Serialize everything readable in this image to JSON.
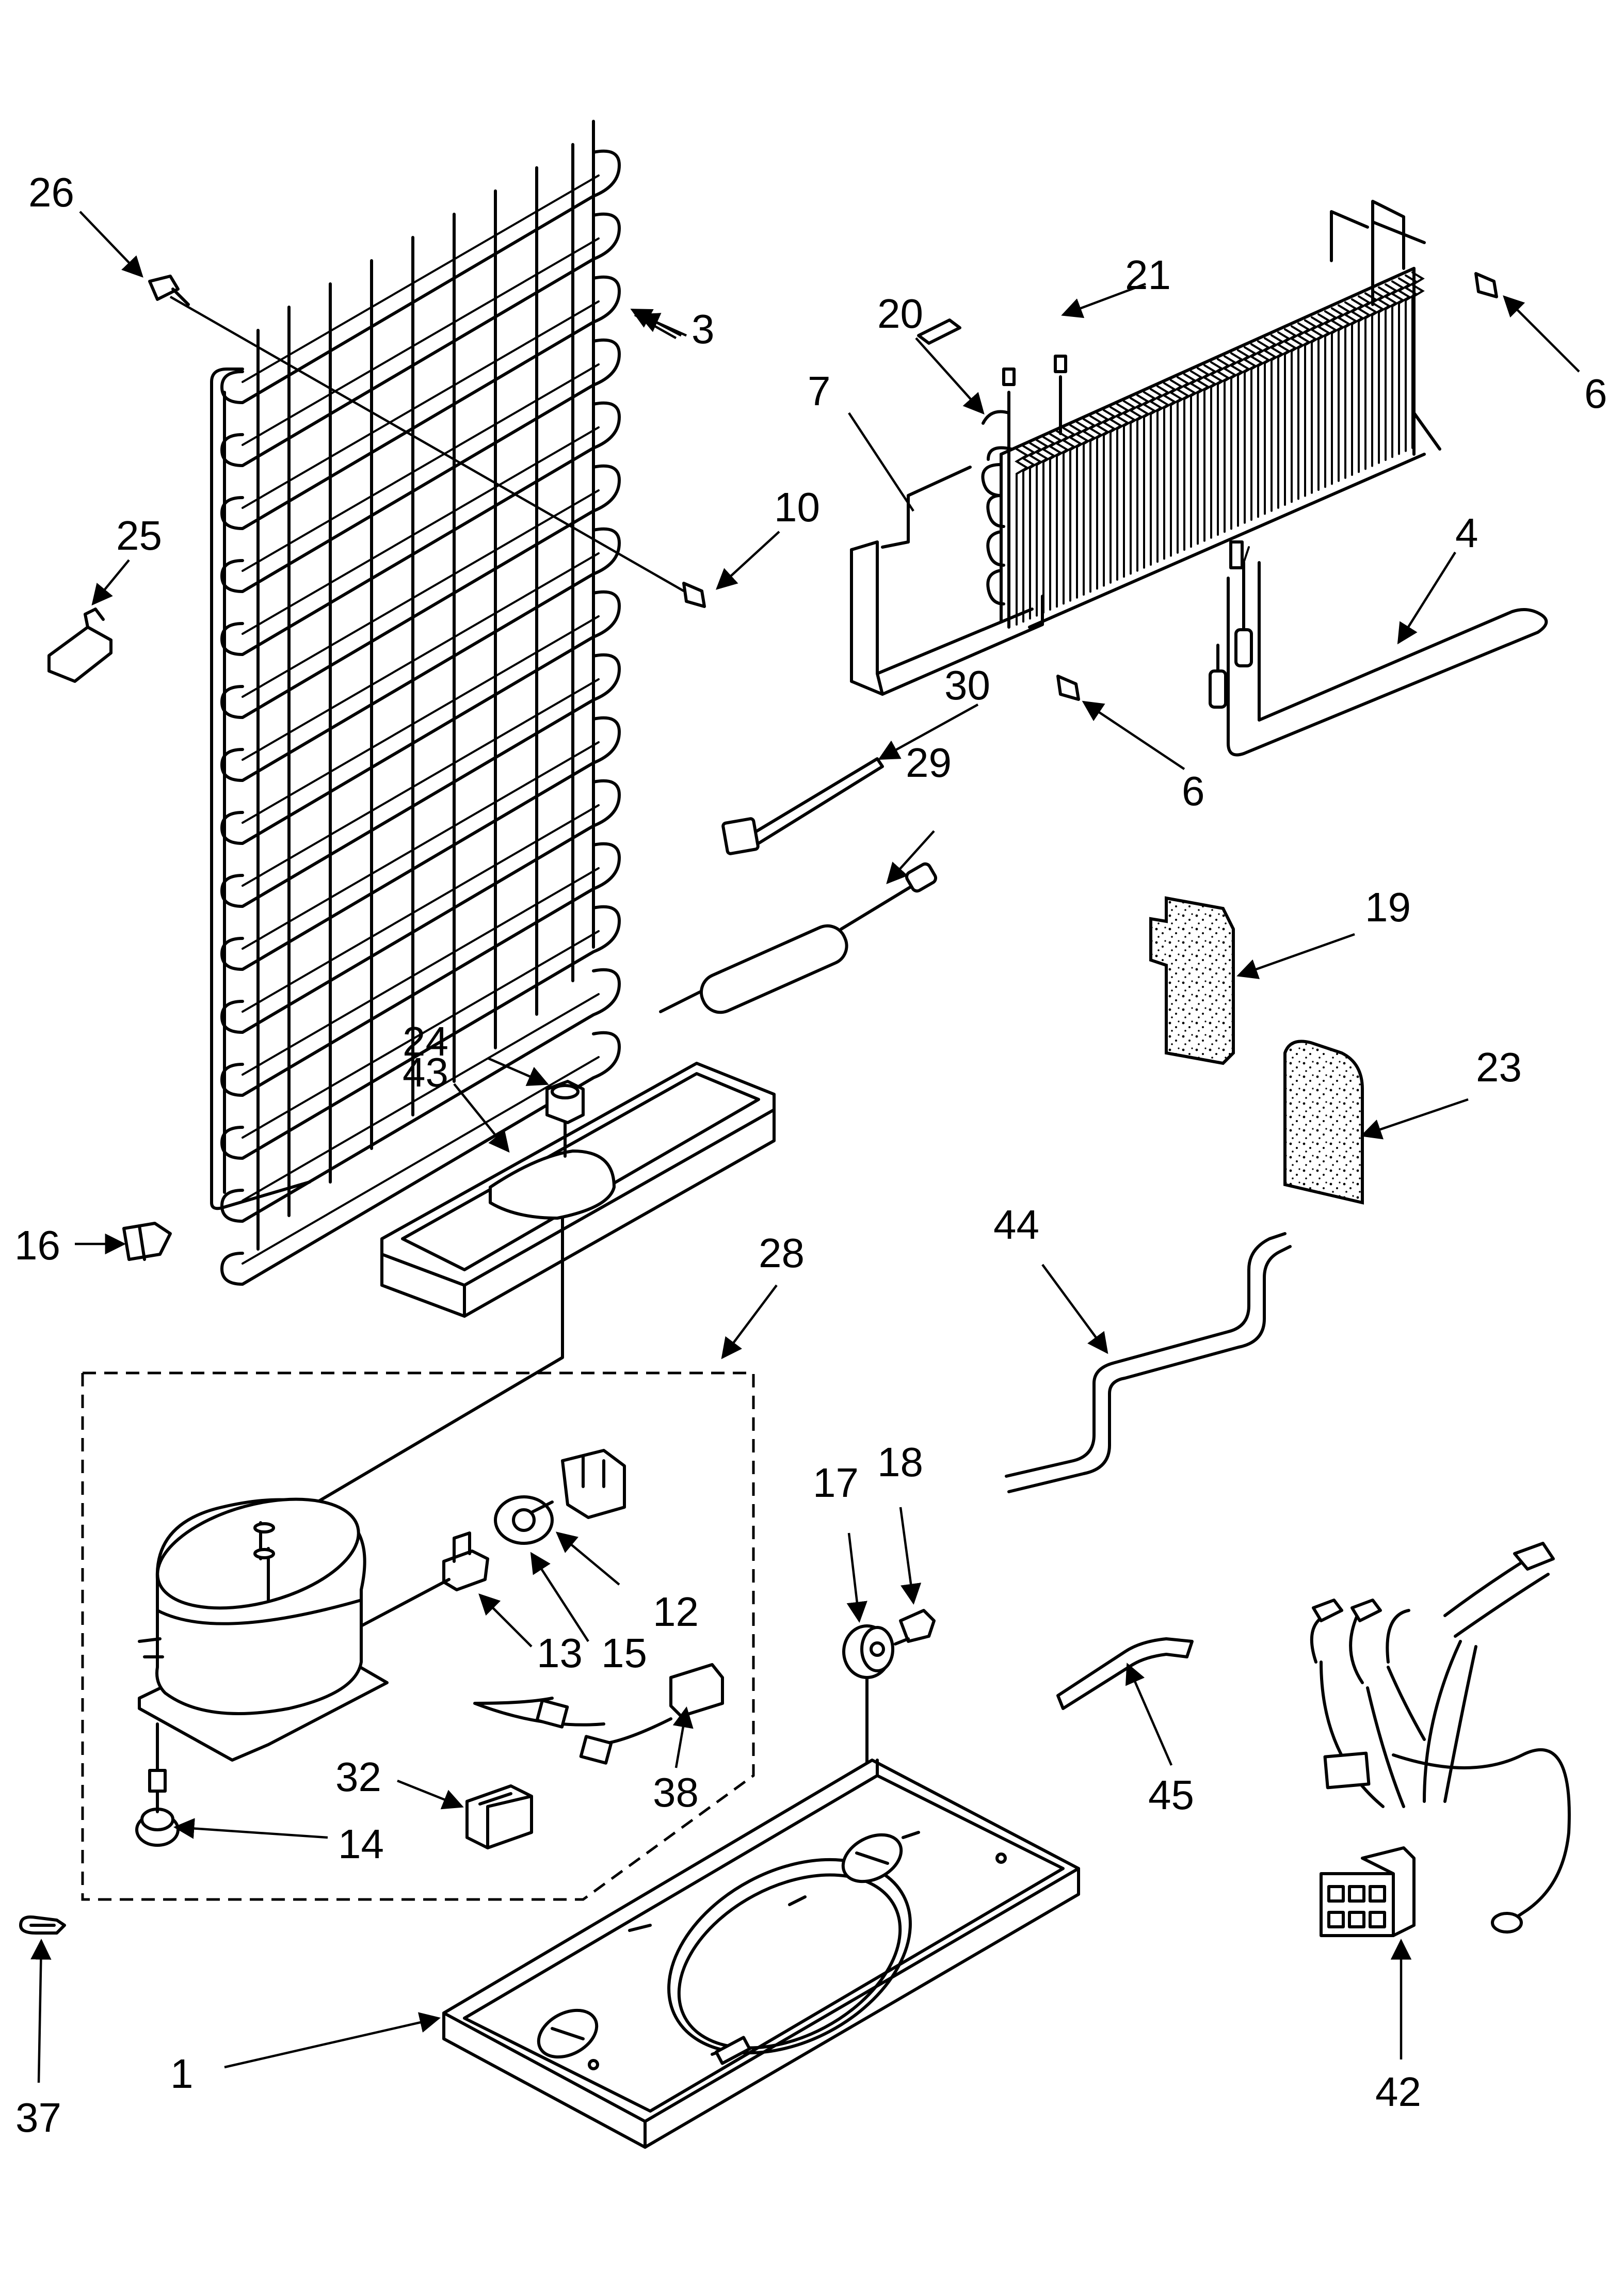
{
  "diagram": {
    "callouts": {
      "c1": "1",
      "c3": "3",
      "c4": "4",
      "c6a": "6",
      "c6b": "6",
      "c7": "7",
      "c10": "10",
      "c12": "12",
      "c13": "13",
      "c14": "14",
      "c15": "15",
      "c16": "16",
      "c17": "17",
      "c18": "18",
      "c19": "19",
      "c20": "20",
      "c21": "21",
      "c23": "23",
      "c24": "24",
      "c25": "25",
      "c26": "26",
      "c28": "28",
      "c29": "29",
      "c30": "30",
      "c32": "32",
      "c37": "37",
      "c38": "38",
      "c42": "42",
      "c43": "43",
      "c44": "44",
      "c45": "45"
    }
  }
}
